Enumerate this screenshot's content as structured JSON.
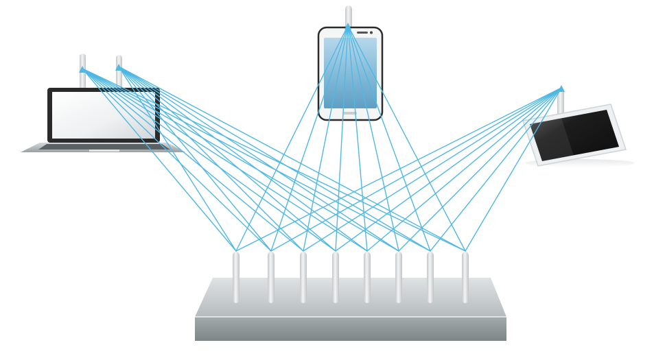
{
  "colors": {
    "beam": "#4fb8e3",
    "background": "#ffffff",
    "antenna": "#d9dcdd",
    "router_body": "#b3b9bb",
    "router_front": "#8d9496",
    "laptop_frame": "#2a2a2a",
    "laptop_base": "#c2c6c8",
    "phone_screen": "#7fb6d6",
    "tablet_screen": "#1e1e1e"
  },
  "devices": [
    {
      "id": "laptop",
      "icon": "laptop-icon",
      "antenna_count": 2
    },
    {
      "id": "smartphone",
      "icon": "smartphone-icon",
      "antenna_count": 1
    },
    {
      "id": "tablet",
      "icon": "tablet-icon",
      "antenna_count": 1
    }
  ],
  "router": {
    "icon": "router-icon",
    "antenna_count": 8
  }
}
